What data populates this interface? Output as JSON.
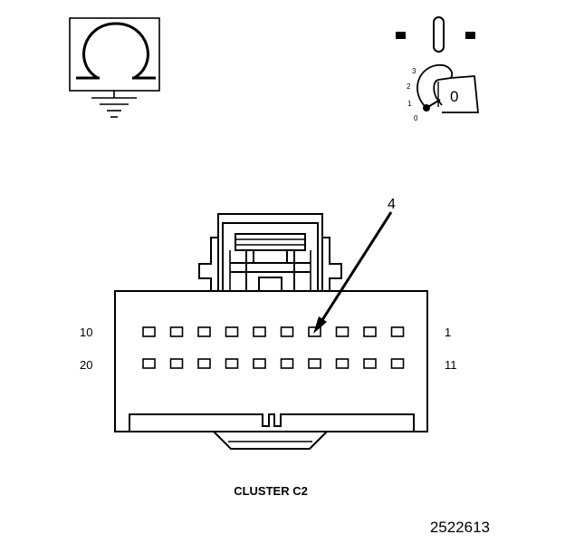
{
  "title": "CLUSTER C2",
  "figure_number": "2522613",
  "callout_label": "4",
  "row_labels": {
    "top_left": "10",
    "top_right": "1",
    "bottom_left": "20",
    "bottom_right": "11"
  },
  "ignition_positions": [
    "3",
    "2",
    "1",
    "0"
  ],
  "key_label": "0",
  "pins_per_row": 10,
  "icons": [
    "ohmmeter-ground-icon",
    "ignition-switch-icon"
  ],
  "colors": {
    "ink": "#000000",
    "background": "#ffffff"
  }
}
